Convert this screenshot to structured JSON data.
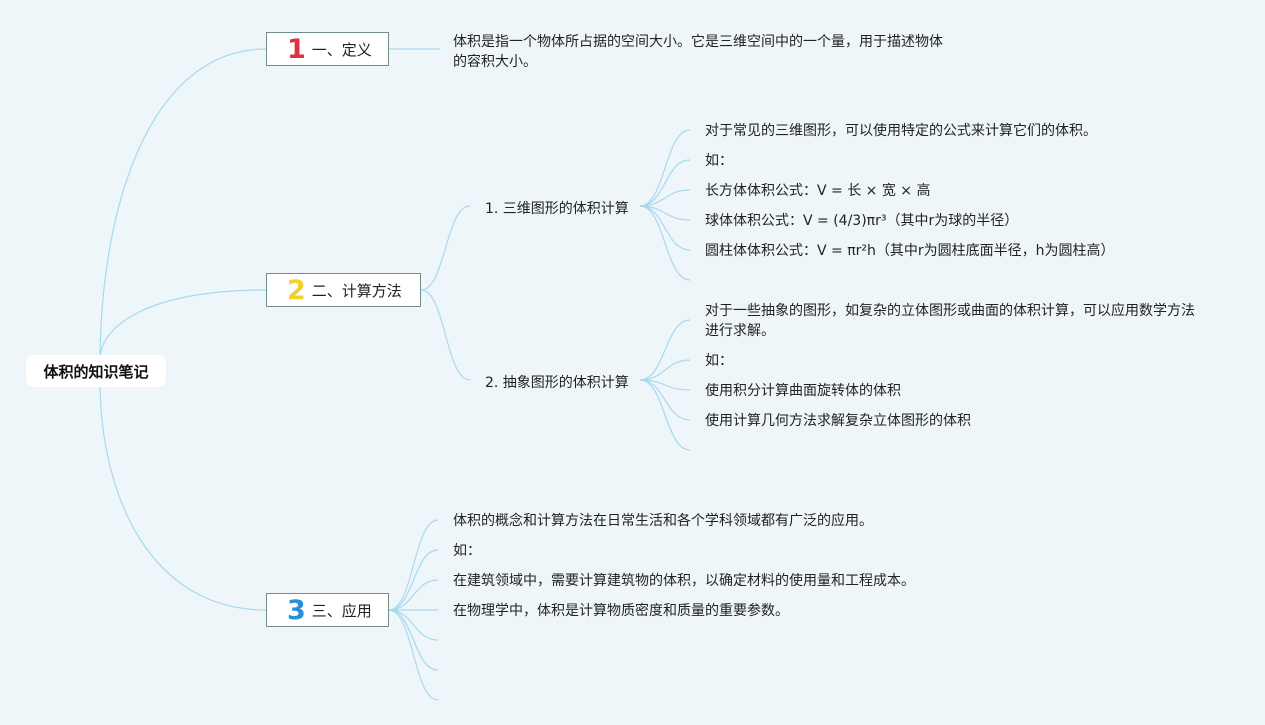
{
  "root": {
    "label": "体积的知识笔记"
  },
  "branches": [
    {
      "num": "1",
      "num_color": "#e03040",
      "label": "一、定义",
      "leaves": [
        "体积是指一个物体所占据的空间大小。它是三维空间中的一个量，用于描述物体的容积大小。"
      ]
    },
    {
      "num": "2",
      "num_color": "#f2d02a",
      "label": "二、计算方法",
      "subs": [
        {
          "label": "1. 三维图形的体积计算",
          "leaves": [
            "对于常见的三维图形，可以使用特定的公式来计算它们的体积。",
            "如：",
            "长方体体积公式：V = 长 × 宽 × 高",
            "球体体积公式：V = (4/3)πr³（其中r为球的半径）",
            "圆柱体体积公式：V = πr²h（其中r为圆柱底面半径，h为圆柱高）"
          ]
        },
        {
          "label": "2. 抽象图形的体积计算",
          "leaves": [
            "对于一些抽象的图形，如复杂的立体图形或曲面的体积计算，可以应用数学方法进行求解。",
            "如：",
            "使用积分计算曲面旋转体的体积",
            "使用计算几何方法求解复杂立体图形的体积"
          ]
        }
      ]
    },
    {
      "num": "3",
      "num_color": "#2a8fd6",
      "label": "三、应用",
      "leaves": [
        "体积的概念和计算方法在日常生活和各个学科领域都有广泛的应用。",
        "如：",
        "在建筑领域中，需要计算建筑物的体积，以确定材料的使用量和工程成本。",
        "在物理学中，体积是计算物质密度和质量的重要参数。"
      ]
    }
  ],
  "colors": {
    "line": "#a8d8ee",
    "background": "#eef6fa",
    "border": "#6f8f8f"
  }
}
